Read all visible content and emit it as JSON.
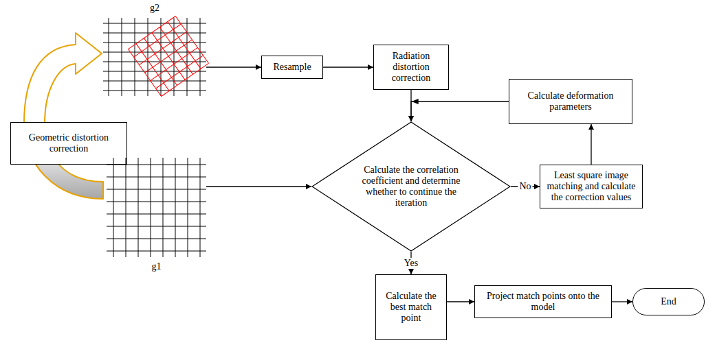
{
  "diagram": {
    "nodes": [
      {
        "text": [
          "g2"
        ]
      },
      {
        "text": [
          "Resample"
        ]
      },
      {
        "text": [
          "Radiation distortion correction"
        ]
      },
      {
        "text": [
          "Geometric distortion correction"
        ]
      },
      {
        "text": [
          "Calculate deformation parameters"
        ]
      },
      {
        "text": [
          "g1"
        ]
      },
      {
        "text": [
          "Calculate the correlation coefficient and determine whether to continue the iteration"
        ]
      },
      {
        "text": [
          "Least square image matching and calculate the correction values"
        ]
      },
      {
        "text": [
          "Calculate the best match point"
        ]
      },
      {
        "text": [
          "Project match points onto the model"
        ]
      },
      {
        "text": [
          "End"
        ]
      }
    ],
    "edges": [
      {
        "from": 0,
        "to": 1,
        "arrow": "to"
      },
      {
        "from": 1,
        "to": 2,
        "arrow": "to"
      },
      {
        "from": 2,
        "to": 6,
        "arrow": "to"
      },
      {
        "from": 4,
        "to": 6,
        "arrow": "to"
      },
      {
        "from": 6,
        "to": 7,
        "label": "No",
        "arrow": "to"
      },
      {
        "from": 7,
        "to": 4,
        "arrow": "to"
      },
      {
        "from": 5,
        "to": 6,
        "arrow": "to"
      },
      {
        "from": 6,
        "to": 8,
        "label": "Yes",
        "arrow": "to"
      },
      {
        "from": 8,
        "to": 9,
        "arrow": "to"
      },
      {
        "from": 9,
        "to": 10,
        "arrow": "to"
      }
    ]
  }
}
